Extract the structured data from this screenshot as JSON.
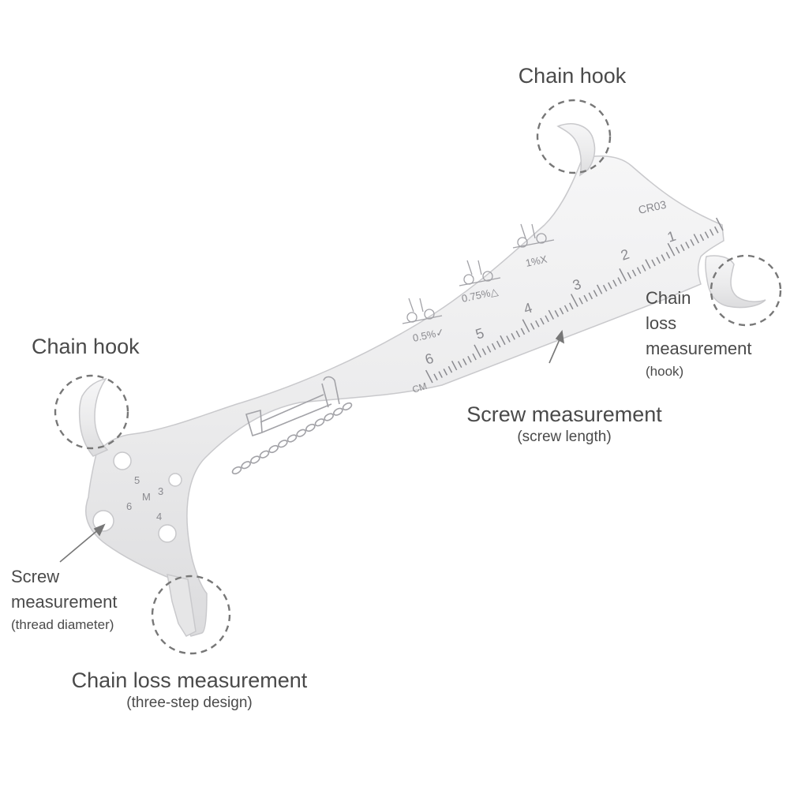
{
  "tool": {
    "model_mark": "CR03",
    "unit_mark": "CM",
    "scale_numbers": [
      "1",
      "2",
      "3",
      "4",
      "5",
      "6"
    ],
    "wear_indicators": [
      "0.5%✓",
      "0.75%△",
      "1%X"
    ],
    "hole_labels": {
      "m": "M",
      "three": "3",
      "four": "4",
      "five": "5",
      "six": "6"
    },
    "metal_color": "#e9e9ea",
    "edge_color": "#c9c9cc",
    "engraving_color": "#8a8a8f"
  },
  "callouts": {
    "chain_hook_top": {
      "title": "Chain hook"
    },
    "chain_hook_left": {
      "title": "Chain hook"
    },
    "chain_loss_hook": {
      "line1": "Chain",
      "line2": "loss",
      "line3": "measurement",
      "note": "(hook)"
    },
    "screw_length": {
      "title": "Screw measurement",
      "note": "(screw length)"
    },
    "screw_thread": {
      "line1": "Screw",
      "line2": "measurement",
      "note": "(thread diameter)"
    },
    "chain_loss_three_step": {
      "title": "Chain loss measurement",
      "note": "(three-step design)"
    }
  },
  "annotation_color": "#777777"
}
